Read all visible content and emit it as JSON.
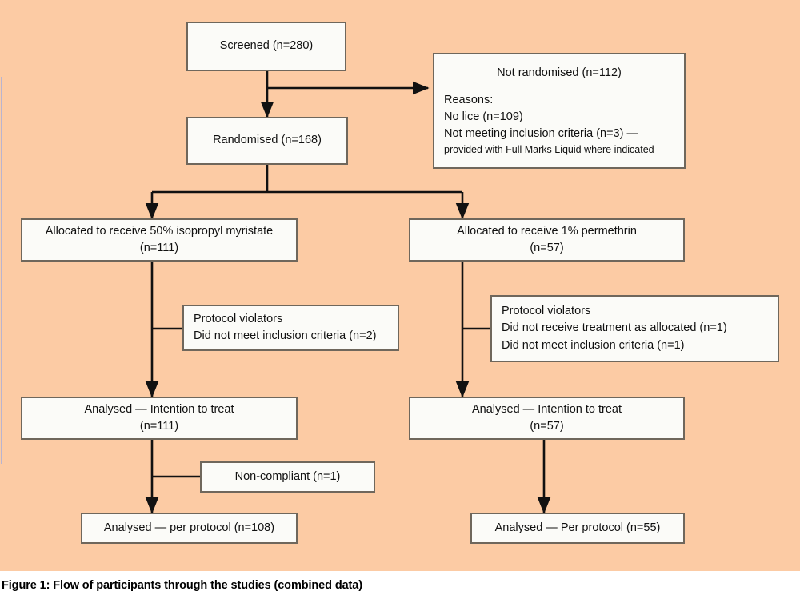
{
  "figure": {
    "caption": "Figure 1: Flow of participants through the studies (combined data)",
    "background_color": "#fccba4",
    "box_fill_color": "#fbfbf8",
    "box_border_color": "#6f675c",
    "connector_color": "#111111"
  },
  "nodes": {
    "screened": {
      "line1": "Screened (n=280)"
    },
    "not_randomised": {
      "title": "Not randomised (n=112)",
      "line1": "Reasons:",
      "line2": "No lice (n=109)",
      "line3": "Not meeting inclusion criteria (n=3) —",
      "line4": "provided with Full Marks Liquid where indicated"
    },
    "randomised": {
      "line1": "Randomised (n=168)"
    },
    "allocated_left": {
      "line1": "Allocated to receive 50% isopropyl myristate",
      "line2": "(n=111)"
    },
    "allocated_right": {
      "line1": "Allocated to receive 1% permethrin",
      "line2": "(n=57)"
    },
    "violators_left": {
      "line1": "Protocol violators",
      "line2": "Did not meet inclusion criteria (n=2)"
    },
    "violators_right": {
      "line1": "Protocol violators",
      "line2": "Did not receive treatment as allocated (n=1)",
      "line3": "Did not meet inclusion criteria (n=1)"
    },
    "itt_left": {
      "line1": "Analysed — Intention to treat",
      "line2": "(n=111)"
    },
    "itt_right": {
      "line1": "Analysed — Intention to treat",
      "line2": "(n=57)"
    },
    "non_compliant": {
      "line1": "Non-compliant (n=1)"
    },
    "pp_left": {
      "line1": "Analysed — per protocol (n=108)"
    },
    "pp_right": {
      "line1": "Analysed — Per protocol (n=55)"
    }
  }
}
